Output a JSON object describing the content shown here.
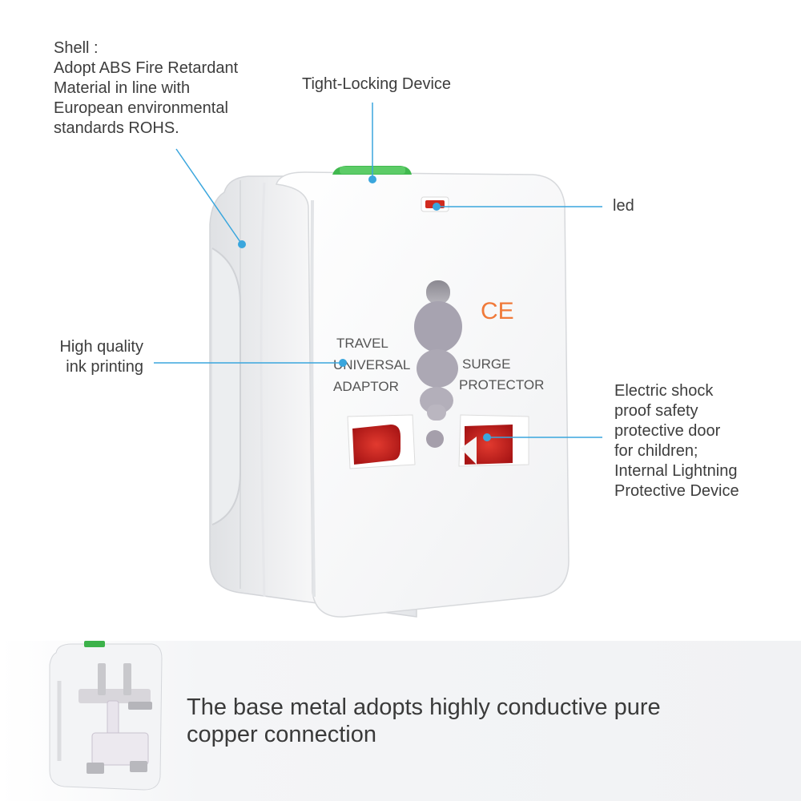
{
  "callouts": {
    "shell": [
      "Shell :",
      "Adopt ABS Fire Retardant",
      "Material in line with",
      "European environmental",
      "standards ROHS."
    ],
    "tight_locking": "Tight-Locking Device",
    "led": "led",
    "printing": [
      "High quality",
      "ink printing"
    ],
    "shock": [
      "Electric shock",
      "proof safety",
      "protective door",
      "for children;",
      "Internal Lightning",
      "Protective Device"
    ]
  },
  "adapter_printing": {
    "left": [
      "TRAVEL",
      "UNIVERSAL",
      "ADAPTOR"
    ],
    "right": [
      "SURGE",
      "PROTECTOR"
    ],
    "mark": "CE"
  },
  "bottom_caption": [
    "The base metal adopts highly conductive pure",
    "copper connection"
  ],
  "colors": {
    "callout_line": "#3aa6dd",
    "lock_green": "#39b54a",
    "socket_red": "#c81e1e",
    "ce_orange": "#f07a3a"
  }
}
